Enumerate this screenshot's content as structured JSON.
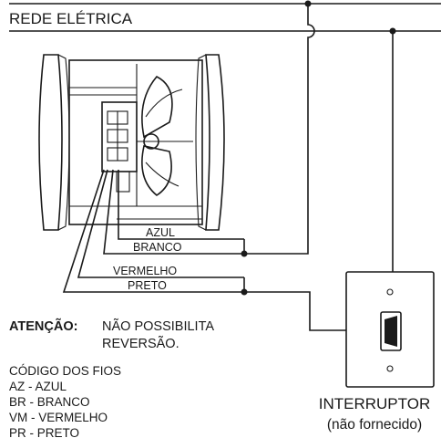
{
  "title": "REDE ELÉTRICA",
  "wire_labels": [
    "AZUL",
    "BRANCO",
    "VERMELHO",
    "PRETO"
  ],
  "warning": {
    "label": "ATENÇÃO:",
    "line1": "NÃO POSSIBILITA",
    "line2": "REVERSÃO."
  },
  "codes": {
    "heading": "CÓDIGO DOS FIOS",
    "items": [
      "AZ - AZUL",
      "BR - BRANCO",
      "VM - VERMELHO",
      "PR - PRETO"
    ]
  },
  "switch": {
    "label": "INTERRUPTOR",
    "note": "(não fornecido)"
  }
}
